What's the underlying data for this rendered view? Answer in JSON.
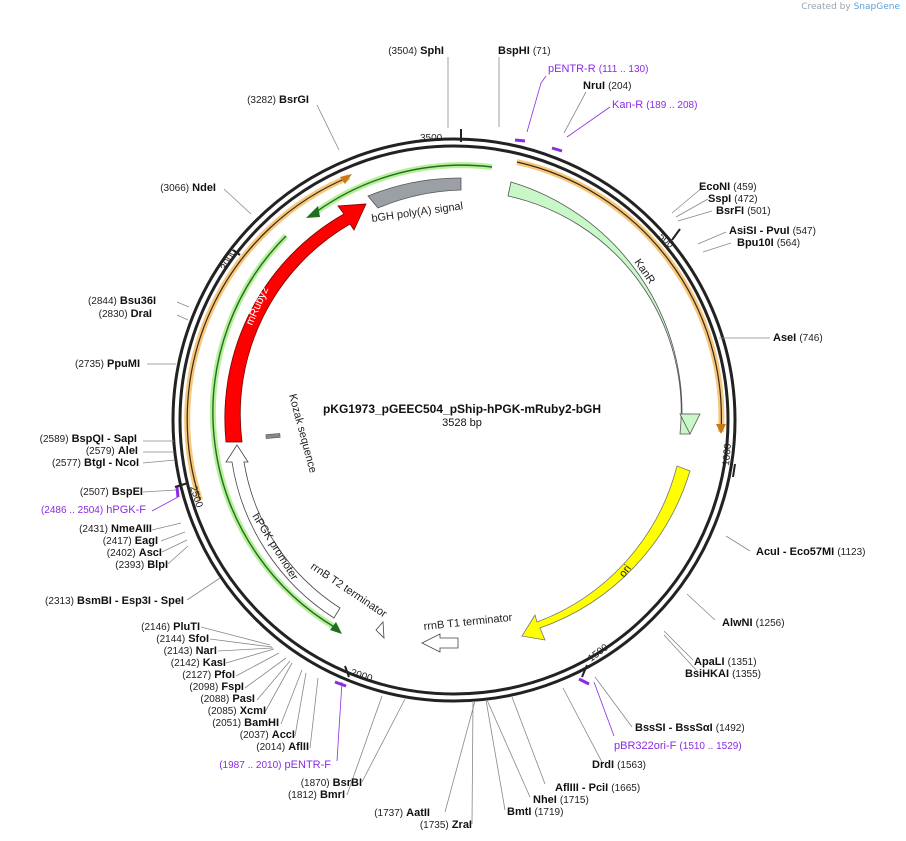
{
  "credit": {
    "prefix": "Created by",
    "brand": "SnapGene"
  },
  "plasmid": {
    "name": "pKG1973_pGEEC504_pShip-hPGK-mRuby2-bGH",
    "length_label": "3528 bp",
    "length": 3528
  },
  "ticks": [
    "500",
    "1000",
    "1500",
    "2000",
    "2500",
    "3000",
    "3500"
  ],
  "features": [
    {
      "name": "KanR",
      "label": "KanR",
      "color": "#c8f7c8"
    },
    {
      "name": "ori",
      "label": "ori",
      "color": "#ffff00"
    },
    {
      "name": "rrnB T1 terminator",
      "label": "rrnB T1 terminator",
      "color": "#ffffff"
    },
    {
      "name": "rrnB T2 terminator",
      "label": "rrnB T2 terminator",
      "color": "#ffffff"
    },
    {
      "name": "hPGK promoter",
      "label": "hPGK promoter",
      "color": "#ffffff"
    },
    {
      "name": "Kozak sequence",
      "label": "Kozak sequence",
      "color": "#999999"
    },
    {
      "name": "mRuby2",
      "label": "mRuby2",
      "color": "#ff0000"
    },
    {
      "name": "bGH poly(A) signal",
      "label": "bGH poly(A) signal",
      "color": "#9aa0a6"
    }
  ],
  "sites": [
    {
      "pos": "(3504)",
      "name": "SphI"
    },
    {
      "pos": "(71)",
      "name": "BspHI"
    },
    {
      "pos": "(111 .. 130)",
      "name": "pENTR-R",
      "primer": true
    },
    {
      "pos": "(204)",
      "name": "NruI"
    },
    {
      "pos": "(189 .. 208)",
      "name": "Kan-R",
      "primer": true
    },
    {
      "pos": "(3282)",
      "name": "BsrGI"
    },
    {
      "pos": "(3066)",
      "name": "NdeI"
    },
    {
      "pos": "(459)",
      "name": "EcoNI"
    },
    {
      "pos": "(472)",
      "name": "SspI"
    },
    {
      "pos": "(501)",
      "name": "BsrFI"
    },
    {
      "pos": "(547)",
      "name": "AsiSI - PvuI"
    },
    {
      "pos": "(564)",
      "name": "Bpu10I"
    },
    {
      "pos": "(2844)",
      "name": "Bsu36I"
    },
    {
      "pos": "(2830)",
      "name": "DraI"
    },
    {
      "pos": "(746)",
      "name": "AseI"
    },
    {
      "pos": "(2735)",
      "name": "PpuMI"
    },
    {
      "pos": "(2589)",
      "name": "BspQI - SapI"
    },
    {
      "pos": "(2579)",
      "name": "AleI"
    },
    {
      "pos": "(2577)",
      "name": "BtgI - NcoI"
    },
    {
      "pos": "(2507)",
      "name": "BspEI"
    },
    {
      "pos": "(2486 .. 2504)",
      "name": "hPGK-F",
      "primer": true
    },
    {
      "pos": "(2431)",
      "name": "NmeAIII"
    },
    {
      "pos": "(2417)",
      "name": "EagI"
    },
    {
      "pos": "(2402)",
      "name": "AscI"
    },
    {
      "pos": "(2393)",
      "name": "BlpI"
    },
    {
      "pos": "(1123)",
      "name": "AcuI - Eco57MI"
    },
    {
      "pos": "(2313)",
      "name": "BsmBI - Esp3I - SpeI"
    },
    {
      "pos": "(1256)",
      "name": "AlwNI"
    },
    {
      "pos": "(2146)",
      "name": "PluTI"
    },
    {
      "pos": "(2144)",
      "name": "SfoI"
    },
    {
      "pos": "(2143)",
      "name": "NarI"
    },
    {
      "pos": "(2142)",
      "name": "KasI"
    },
    {
      "pos": "(2127)",
      "name": "PfoI"
    },
    {
      "pos": "(2098)",
      "name": "FspI"
    },
    {
      "pos": "(2088)",
      "name": "PasI"
    },
    {
      "pos": "(2085)",
      "name": "XcmI"
    },
    {
      "pos": "(2051)",
      "name": "BamHI"
    },
    {
      "pos": "(2037)",
      "name": "AccI"
    },
    {
      "pos": "(2014)",
      "name": "AflII"
    },
    {
      "pos": "(1987 .. 2010)",
      "name": "pENTR-F",
      "primer": true
    },
    {
      "pos": "(1351)",
      "name": "ApaLI"
    },
    {
      "pos": "(1355)",
      "name": "BsiHKAI"
    },
    {
      "pos": "(1492)",
      "name": "BssSI - BssSαI"
    },
    {
      "pos": "(1510 .. 1529)",
      "name": "pBR322ori-F",
      "primer": true
    },
    {
      "pos": "(1563)",
      "name": "DrdI"
    },
    {
      "pos": "(1665)",
      "name": "AflIII - PciI"
    },
    {
      "pos": "(1715)",
      "name": "NheI"
    },
    {
      "pos": "(1719)",
      "name": "BmtI"
    },
    {
      "pos": "(1870)",
      "name": "BsrBI"
    },
    {
      "pos": "(1812)",
      "name": "BmrI"
    },
    {
      "pos": "(1737)",
      "name": "AatII"
    },
    {
      "pos": "(1735)",
      "name": "ZraI"
    }
  ]
}
